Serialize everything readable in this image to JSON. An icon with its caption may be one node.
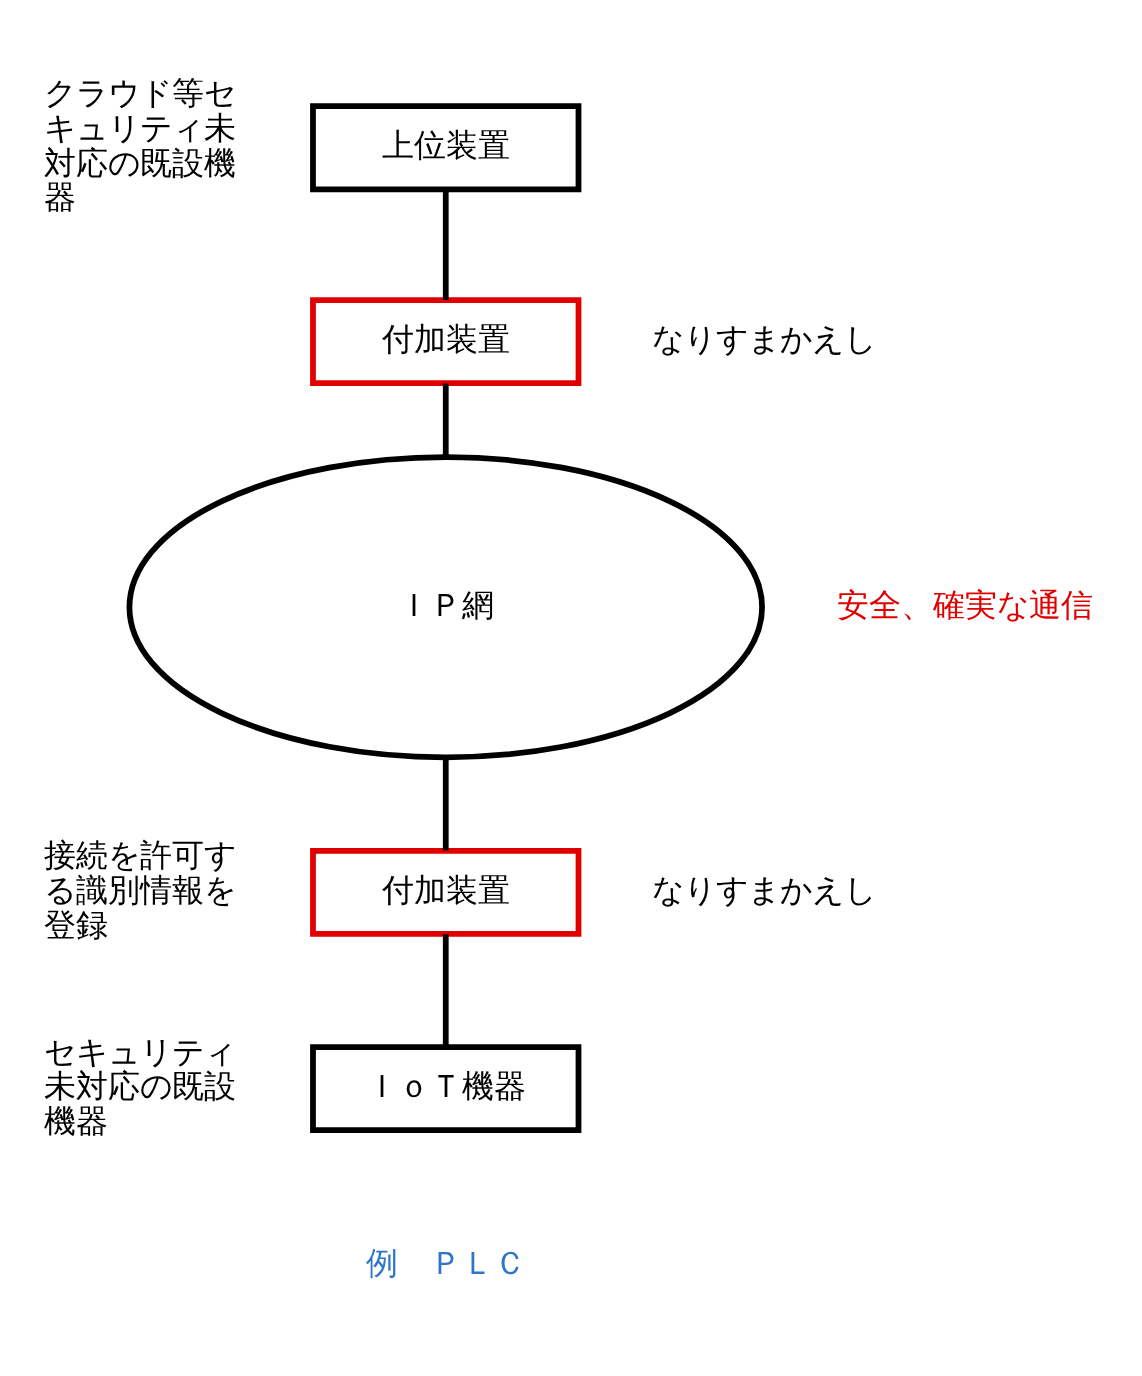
{
  "diagram": {
    "nodes": [
      {
        "text": [
          "上位装置"
        ],
        "beside": [
          "クラウド等セキュリティ未対応の既設機器"
        ]
      },
      {
        "text": [
          "付加装置"
        ],
        "beside": [
          "なりすまかえし"
        ]
      },
      {
        "text": [
          "ＩＰ網"
        ]
      },
      {
        "text": [
          "付加装置"
        ],
        "beside": [
          "接続を許可する識別情報を登録",
          "なりすまかえし"
        ]
      },
      {
        "text": [
          "ＩｏＴ機器"
        ],
        "beside": [
          "セキュリティ未対応の既設機器",
          "例　ＰＬＣ"
        ]
      }
    ],
    "edges": [
      {
        "from": 0,
        "to": 1,
        "arrow": "none"
      },
      {
        "from": 1,
        "to": 2,
        "arrow": "none"
      },
      {
        "from": 2,
        "to": 3,
        "arrow": "none"
      },
      {
        "from": 3,
        "to": 4,
        "arrow": "none"
      }
    ],
    "labels": [
      "安全、確実な通信"
    ]
  }
}
